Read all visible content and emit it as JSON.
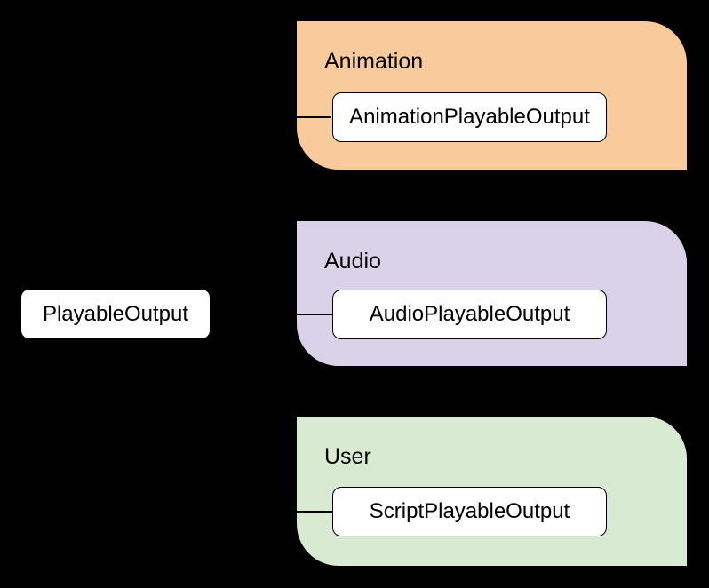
{
  "canvas": {
    "background_color": "#000000",
    "line_color": "#000000",
    "text_color": "#000000"
  },
  "diagram": {
    "root": {
      "label": "PlayableOutput",
      "fill": "#FFFFFF"
    },
    "groups": [
      {
        "label": "Animation",
        "fill": "#F9CB9C",
        "child": {
          "label": "AnimationPlayableOutput",
          "fill": "#FFFFFF"
        }
      },
      {
        "label": "Audio",
        "fill": "#D9D2E9",
        "child": {
          "label": "AudioPlayableOutput",
          "fill": "#FFFFFF"
        }
      },
      {
        "label": "User",
        "fill": "#D9EAD3",
        "child": {
          "label": "ScriptPlayableOutput",
          "fill": "#FFFFFF"
        }
      }
    ],
    "connections": [
      {
        "from": "PlayableOutput",
        "to": "AnimationPlayableOutput"
      },
      {
        "from": "PlayableOutput",
        "to": "AudioPlayableOutput"
      },
      {
        "from": "PlayableOutput",
        "to": "ScriptPlayableOutput"
      }
    ]
  }
}
